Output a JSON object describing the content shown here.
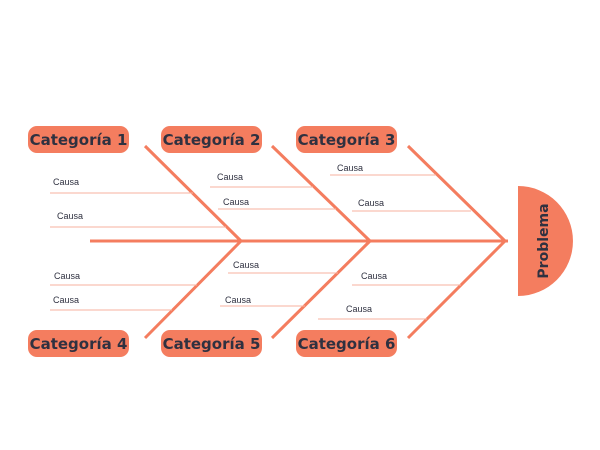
{
  "colors": {
    "accent": "#f47d5f",
    "cause_line": "#f7b29f",
    "text": "#2f3140",
    "background": "#ffffff"
  },
  "problem": {
    "label": "Problema"
  },
  "categories": [
    {
      "label": "Categoría 1"
    },
    {
      "label": "Categoría 2"
    },
    {
      "label": "Categoría 3"
    },
    {
      "label": "Categoría 4"
    },
    {
      "label": "Categoría 5"
    },
    {
      "label": "Categoría 6"
    }
  ],
  "causes": [
    {
      "category": 1,
      "label": "Causa"
    },
    {
      "category": 1,
      "label": "Causa"
    },
    {
      "category": 2,
      "label": "Causa"
    },
    {
      "category": 2,
      "label": "Causa"
    },
    {
      "category": 3,
      "label": "Causa"
    },
    {
      "category": 3,
      "label": "Causa"
    },
    {
      "category": 4,
      "label": "Causa"
    },
    {
      "category": 4,
      "label": "Causa"
    },
    {
      "category": 5,
      "label": "Causa"
    },
    {
      "category": 5,
      "label": "Causa"
    },
    {
      "category": 6,
      "label": "Causa"
    },
    {
      "category": 6,
      "label": "Causa"
    }
  ]
}
